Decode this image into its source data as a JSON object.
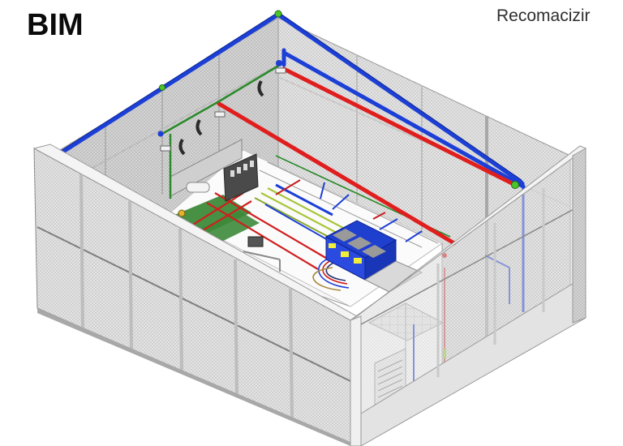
{
  "header": {
    "title": "BIM",
    "subtitle": "Recomacizir"
  },
  "colors": {
    "background": "#ffffff",
    "wall_mesh": "#dcdcdc",
    "wall_frame": "#efefef",
    "frame_edge": "#9a9a9a",
    "cold_water_pipe": "#1c3fd6",
    "hot_water_pipe": "#e01e1e",
    "ground_line": "#2a8a2a",
    "cable_yellow_green": "#a8c63a",
    "equipment_blue": "#1f3fcf",
    "equipment_yellow": "#f3ee3a",
    "floor_green": "#3d8a3a",
    "junction_green": "#4cc52b"
  },
  "scene": {
    "type": "isometric-room-cutaway",
    "elements": [
      {
        "name": "left-front-mesh-wall"
      },
      {
        "name": "right-front-mesh-wall"
      },
      {
        "name": "back-left-wall"
      },
      {
        "name": "back-right-wall"
      },
      {
        "name": "blue-perimeter-pipe"
      },
      {
        "name": "red-hot-water-pipes"
      },
      {
        "name": "green-grounding-conductor"
      },
      {
        "name": "electrical-panel"
      },
      {
        "name": "blue-equipment-racks"
      },
      {
        "name": "cable-trays"
      },
      {
        "name": "louvered-vent"
      }
    ]
  }
}
